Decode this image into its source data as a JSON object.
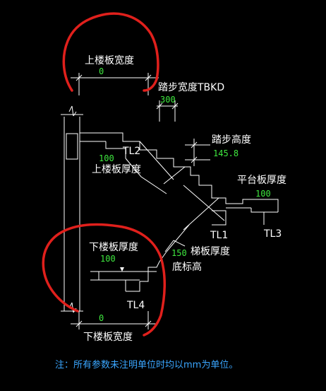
{
  "labels": {
    "upper_slab_width": "上楼板宽度",
    "step_width": "踏步宽度TBKD",
    "step_height": "踏步高度",
    "upper_slab_thickness": "上楼板厚度",
    "platform_thickness": "平台板厚度",
    "lower_slab_thickness": "下楼板厚度",
    "stair_slab_thickness": "梯板厚度",
    "bottom_elevation": "底标高",
    "lower_slab_width": "下楼板宽度",
    "tl1": "TL1",
    "tl2": "TL2",
    "tl3": "TL3",
    "tl4": "TL4"
  },
  "values": {
    "upper_slab_width": "0",
    "step_width": "300",
    "step_height": "145.8",
    "upper_slab_thickness": "100",
    "platform_thickness": "100",
    "lower_slab_thickness": "100",
    "stair_slab_thickness": "150",
    "lower_slab_width": "0"
  },
  "note": "注：所有参数未注明单位时均以mm为单位。",
  "colors": {
    "background": "#000000",
    "line": "#ffffff",
    "value": "#3fe83f",
    "note": "#3aa6ff",
    "annotation": "#e0201c"
  }
}
